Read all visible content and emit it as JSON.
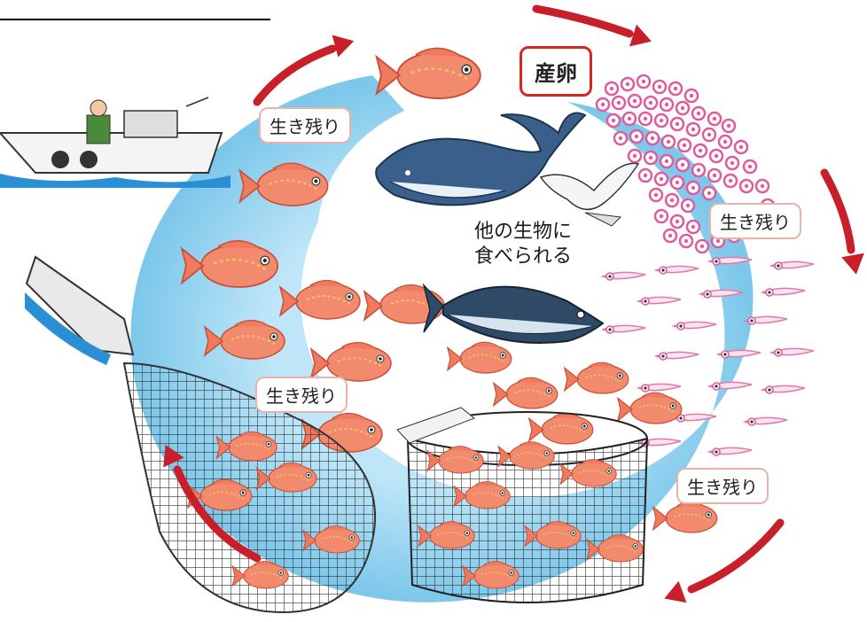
{
  "labels": {
    "spawning": "産卵",
    "survival_upper_left": "生き残り",
    "survival_right": "生き残り",
    "survival_left_middle": "生き残り",
    "survival_lower_right": "生き残り"
  },
  "caption": {
    "line1": "他の生物に",
    "line2": "食べられる"
  },
  "colors": {
    "ring": "#8ccfee",
    "ring_light": "#bfe6f8",
    "arrow": "#c8202a",
    "fish_body": "#f28a6e",
    "egg": "#e05a9e",
    "larva": "#f3a3c8",
    "label_border": "#e9b3a8",
    "main_label_border": "#d7281f"
  }
}
